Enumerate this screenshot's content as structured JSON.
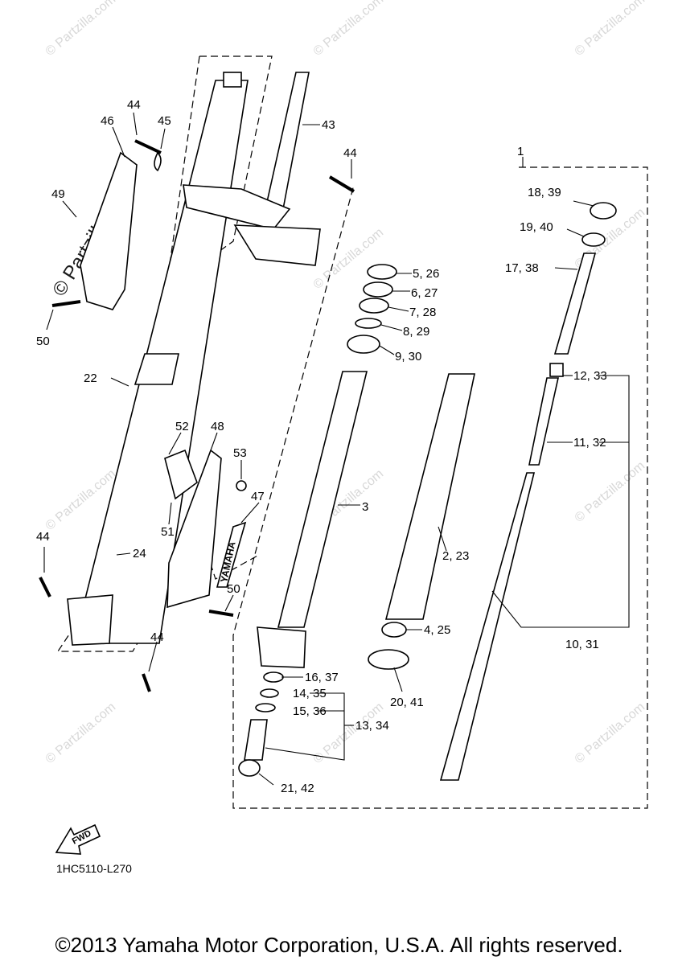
{
  "diagram": {
    "code": "1HC5110-L270",
    "copyright": "©2013 Yamaha Motor Corporation, U.S.A. All rights reserved.",
    "watermark_small": "© Partzilla.com",
    "watermark_large": "© Partzilla.com",
    "fwd_label": "FWD",
    "brand_text": "YAMAHA",
    "callouts": [
      "1",
      "18, 39",
      "19, 40",
      "17, 38",
      "12, 33",
      "11, 32",
      "10, 31",
      "5, 26",
      "6, 27",
      "7, 28",
      "8, 29",
      "9, 30",
      "2, 23",
      "4, 25",
      "20, 41",
      "3",
      "16, 37",
      "14, 35",
      "15, 36",
      "13, 34",
      "21, 42",
      "43",
      "44",
      "44",
      "45",
      "46",
      "49",
      "50",
      "22",
      "52",
      "48",
      "53",
      "47",
      "51",
      "24",
      "44",
      "50",
      "44"
    ]
  }
}
